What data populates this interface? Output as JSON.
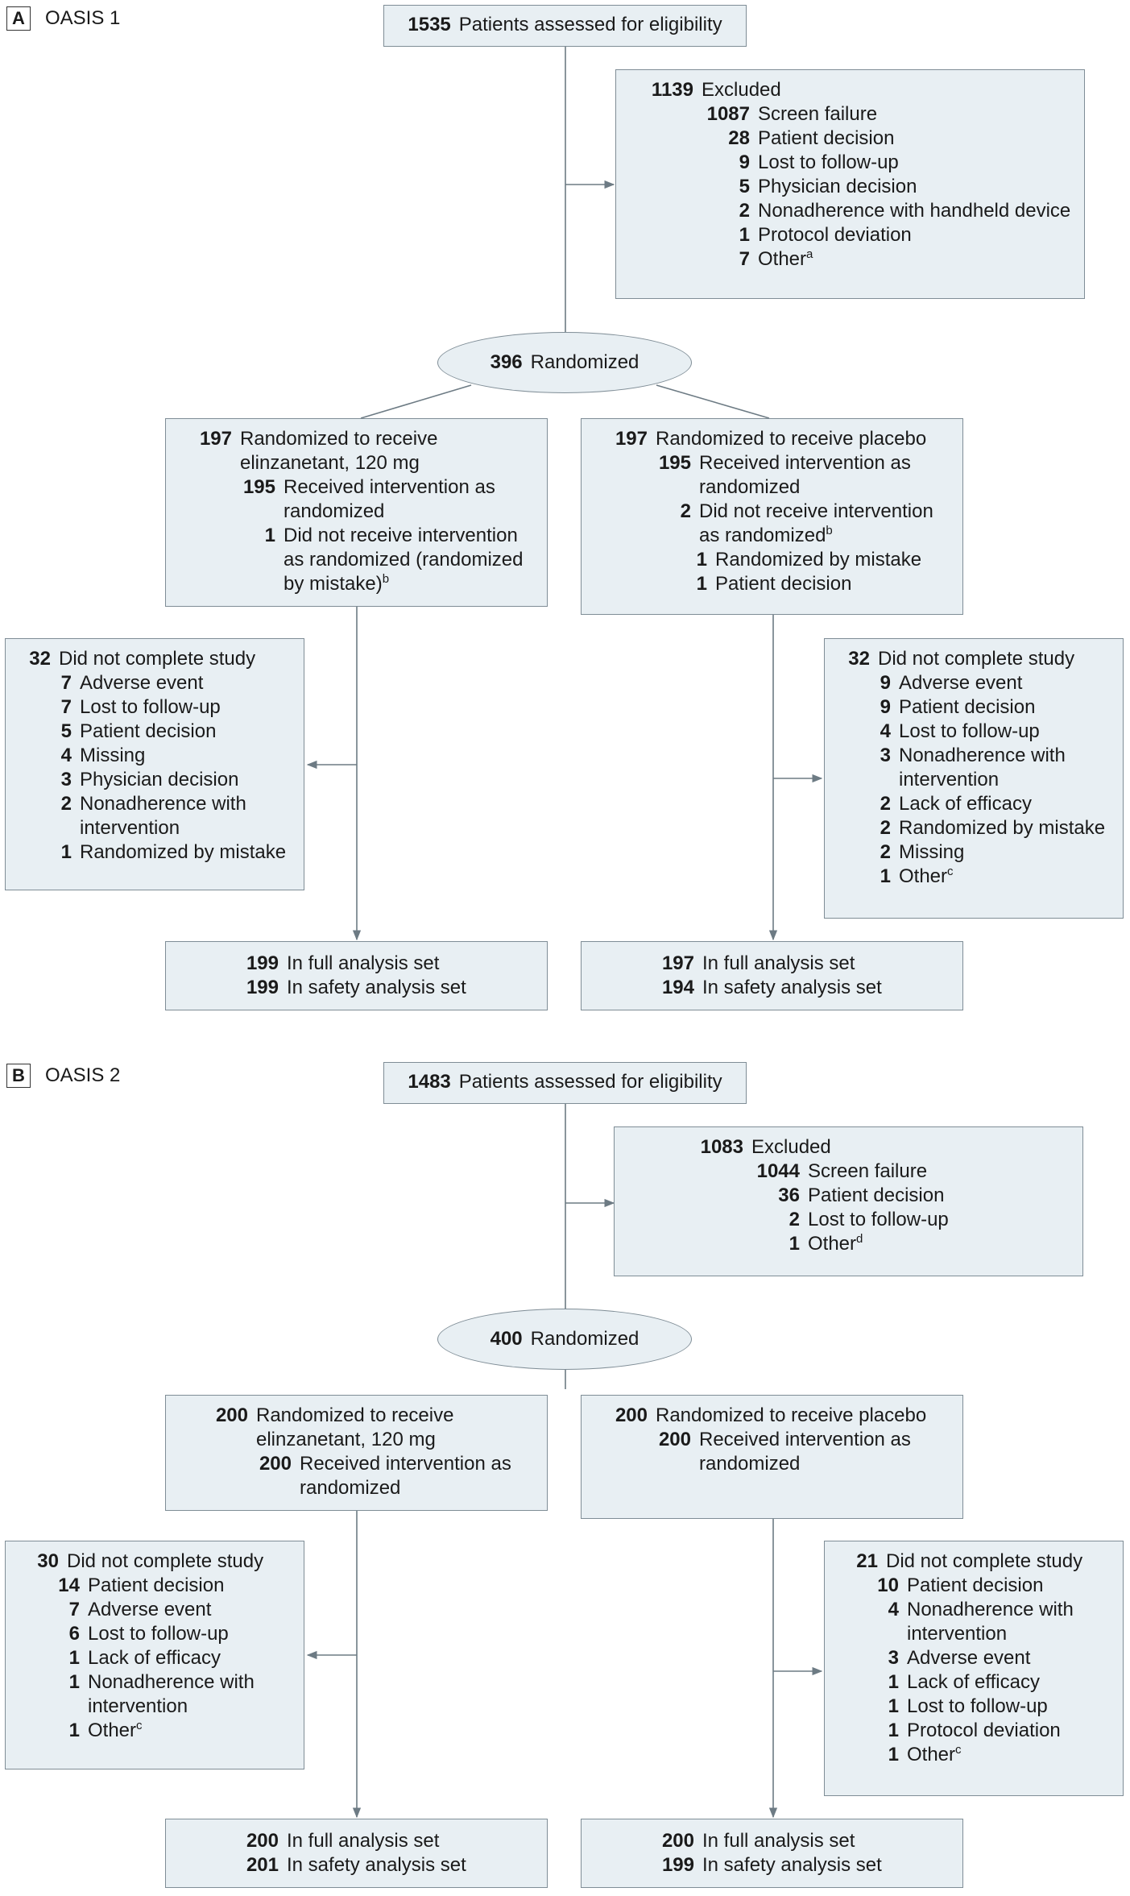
{
  "panels": [
    {
      "tag": "A",
      "title": "OASIS 1",
      "assessed": {
        "n": "1535",
        "label": "Patients assessed for eligibility"
      },
      "excluded": {
        "n": "1139",
        "label": "Excluded",
        "reasons": [
          {
            "n": "1087",
            "label": "Screen failure"
          },
          {
            "n": "28",
            "label": "Patient decision"
          },
          {
            "n": "9",
            "label": "Lost to follow-up"
          },
          {
            "n": "5",
            "label": "Physician decision"
          },
          {
            "n": "2",
            "label": "Nonadherence with handheld device"
          },
          {
            "n": "1",
            "label": "Protocol deviation"
          },
          {
            "n": "7",
            "label": "Other",
            "sup": "a"
          }
        ]
      },
      "randomized": {
        "n": "396",
        "label": "Randomized"
      },
      "arm_left": {
        "n": "197",
        "label": "Randomized to receive elinzanetant, 120 mg",
        "sub": [
          {
            "n": "195",
            "label": "Received intervention as randomized"
          },
          {
            "n": "1",
            "label": "Did not receive intervention as randomized (randomized by mistake)",
            "sup": "b"
          }
        ],
        "subsub": []
      },
      "arm_right": {
        "n": "197",
        "label": "Randomized to receive placebo",
        "sub": [
          {
            "n": "195",
            "label": "Received intervention as randomized"
          },
          {
            "n": "2",
            "label": "Did not receive intervention as randomized",
            "sup": "b"
          }
        ],
        "subsub": [
          {
            "n": "1",
            "label": "Randomized by mistake"
          },
          {
            "n": "1",
            "label": "Patient decision"
          }
        ]
      },
      "dropout_left": {
        "n": "32",
        "label": "Did not complete study",
        "reasons": [
          {
            "n": "7",
            "label": "Adverse event"
          },
          {
            "n": "7",
            "label": "Lost to follow-up"
          },
          {
            "n": "5",
            "label": "Patient decision"
          },
          {
            "n": "4",
            "label": "Missing"
          },
          {
            "n": "3",
            "label": "Physician decision"
          },
          {
            "n": "2",
            "label": "Nonadherence with intervention"
          },
          {
            "n": "1",
            "label": "Randomized by mistake"
          }
        ]
      },
      "dropout_right": {
        "n": "32",
        "label": "Did not complete study",
        "reasons": [
          {
            "n": "9",
            "label": "Adverse event"
          },
          {
            "n": "9",
            "label": "Patient decision"
          },
          {
            "n": "4",
            "label": "Lost to follow-up"
          },
          {
            "n": "3",
            "label": "Nonadherence with intervention"
          },
          {
            "n": "2",
            "label": "Lack of efficacy"
          },
          {
            "n": "2",
            "label": "Randomized by mistake"
          },
          {
            "n": "2",
            "label": "Missing"
          },
          {
            "n": "1",
            "label": "Other",
            "sup": "c"
          }
        ]
      },
      "analysis_left": [
        {
          "n": "199",
          "label": "In full analysis set"
        },
        {
          "n": "199",
          "label": "In safety analysis set"
        }
      ],
      "analysis_right": [
        {
          "n": "197",
          "label": "In full analysis set"
        },
        {
          "n": "194",
          "label": "In safety analysis set"
        }
      ]
    },
    {
      "tag": "B",
      "title": "OASIS 2",
      "assessed": {
        "n": "1483",
        "label": "Patients assessed for eligibility"
      },
      "excluded": {
        "n": "1083",
        "label": "Excluded",
        "reasons": [
          {
            "n": "1044",
            "label": "Screen failure"
          },
          {
            "n": "36",
            "label": "Patient decision"
          },
          {
            "n": "2",
            "label": "Lost to follow-up"
          },
          {
            "n": "1",
            "label": "Other",
            "sup": "d"
          }
        ]
      },
      "randomized": {
        "n": "400",
        "label": "Randomized"
      },
      "arm_left": {
        "n": "200",
        "label": "Randomized to receive elinzanetant, 120 mg",
        "sub": [
          {
            "n": "200",
            "label": "Received intervention as randomized"
          }
        ],
        "subsub": []
      },
      "arm_right": {
        "n": "200",
        "label": "Randomized to receive placebo",
        "sub": [
          {
            "n": "200",
            "label": "Received intervention as randomized"
          }
        ],
        "subsub": []
      },
      "dropout_left": {
        "n": "30",
        "label": "Did not complete study",
        "reasons": [
          {
            "n": "14",
            "label": "Patient decision"
          },
          {
            "n": "7",
            "label": "Adverse event"
          },
          {
            "n": "6",
            "label": "Lost to follow-up"
          },
          {
            "n": "1",
            "label": "Lack of efficacy"
          },
          {
            "n": "1",
            "label": "Nonadherence with intervention"
          },
          {
            "n": "1",
            "label": "Other",
            "sup": "c"
          }
        ]
      },
      "dropout_right": {
        "n": "21",
        "label": "Did not complete study",
        "reasons": [
          {
            "n": "10",
            "label": "Patient decision"
          },
          {
            "n": "4",
            "label": "Nonadherence with intervention"
          },
          {
            "n": "3",
            "label": "Adverse event"
          },
          {
            "n": "1",
            "label": "Lack of efficacy"
          },
          {
            "n": "1",
            "label": "Lost to follow-up"
          },
          {
            "n": "1",
            "label": "Protocol deviation"
          },
          {
            "n": "1",
            "label": "Other",
            "sup": "c"
          }
        ]
      },
      "analysis_left": [
        {
          "n": "200",
          "label": "In full analysis set"
        },
        {
          "n": "201",
          "label": "In safety analysis set"
        }
      ],
      "analysis_right": [
        {
          "n": "200",
          "label": "In full analysis set"
        },
        {
          "n": "199",
          "label": "In safety analysis set"
        }
      ]
    }
  ]
}
